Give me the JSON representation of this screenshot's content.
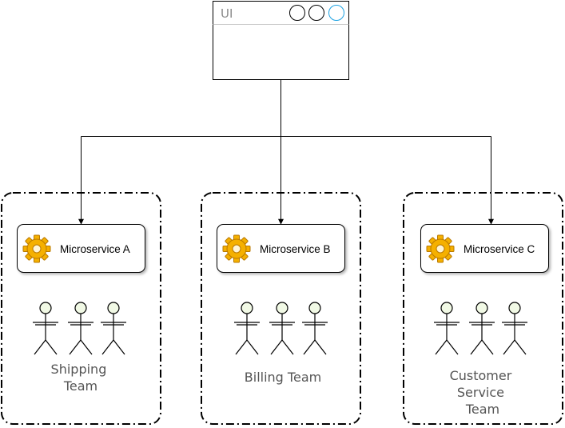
{
  "ui_window": {
    "title": "UI"
  },
  "groups": [
    {
      "service": "Microservice A",
      "team_lines": [
        "Shipping",
        "Team"
      ]
    },
    {
      "service": "Microservice B",
      "team_lines": [
        "Billing Team"
      ]
    },
    {
      "service": "Microservice C",
      "team_lines": [
        "Customer",
        "Service",
        "Team"
      ]
    }
  ],
  "colors": {
    "stroke": "#000000",
    "accent_circle": "#1ba1e2",
    "actor_head_fill": "#f1f9e5",
    "gear_fill": "#f5b000",
    "team_text": "#555555",
    "window_title": "#8a8a8a"
  }
}
